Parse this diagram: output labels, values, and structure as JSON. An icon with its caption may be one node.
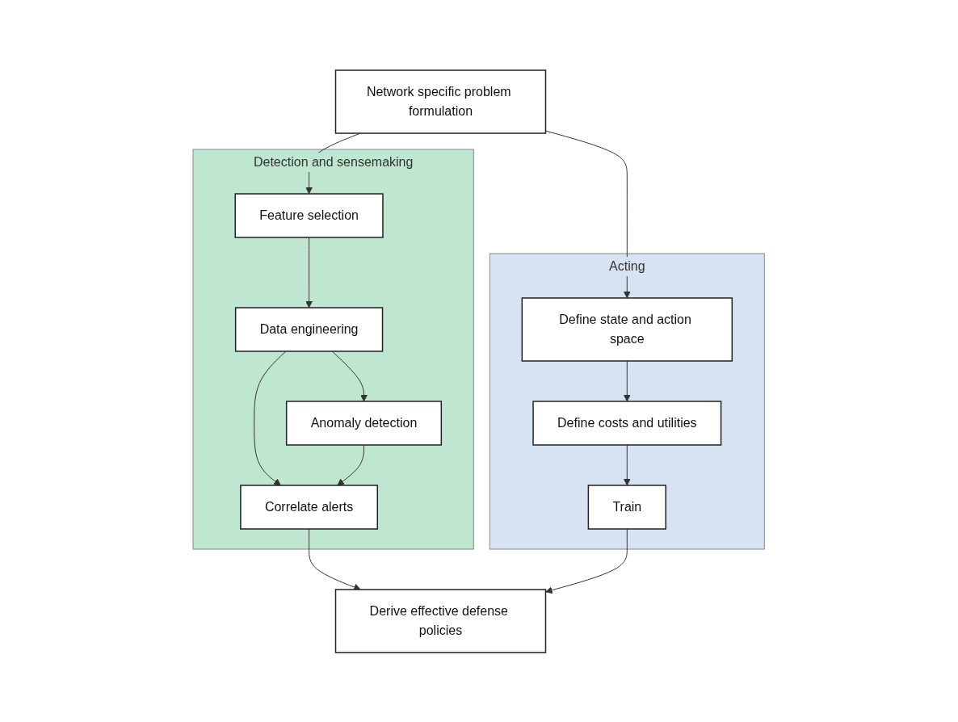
{
  "diagram": {
    "nodes": [
      {
        "text": [
          "Network specific problem formulation"
        ]
      },
      {
        "text": [
          "Detection and sensemaking"
        ]
      },
      {
        "text": [
          "Acting"
        ]
      },
      {
        "text": [
          "Feature selection"
        ],
        "in": 1
      },
      {
        "text": [
          "Data engineering"
        ],
        "in": 1
      },
      {
        "text": [
          "Anomaly detection"
        ],
        "in": 1
      },
      {
        "text": [
          "Correlate alerts"
        ],
        "in": 1
      },
      {
        "text": [
          "Define state and action space"
        ],
        "in": 2
      },
      {
        "text": [
          "Define costs and utilities"
        ],
        "in": 2
      },
      {
        "text": [
          "Train"
        ],
        "in": 2
      },
      {
        "text": [
          "Derive effective defense policies"
        ]
      }
    ],
    "edges": [
      {
        "from": 0,
        "to": 3,
        "arrow": "to"
      },
      {
        "from": 0,
        "to": 7,
        "arrow": "to"
      },
      {
        "from": 3,
        "to": 4,
        "arrow": "to"
      },
      {
        "from": 4,
        "to": 5,
        "arrow": "to"
      },
      {
        "from": 4,
        "to": 6,
        "arrow": "to"
      },
      {
        "from": 5,
        "to": 6,
        "arrow": "to"
      },
      {
        "from": 7,
        "to": 8,
        "arrow": "to"
      },
      {
        "from": 8,
        "to": 9,
        "arrow": "to"
      },
      {
        "from": 6,
        "to": 10,
        "arrow": "to"
      },
      {
        "from": 9,
        "to": 10,
        "arrow": "to"
      }
    ]
  }
}
